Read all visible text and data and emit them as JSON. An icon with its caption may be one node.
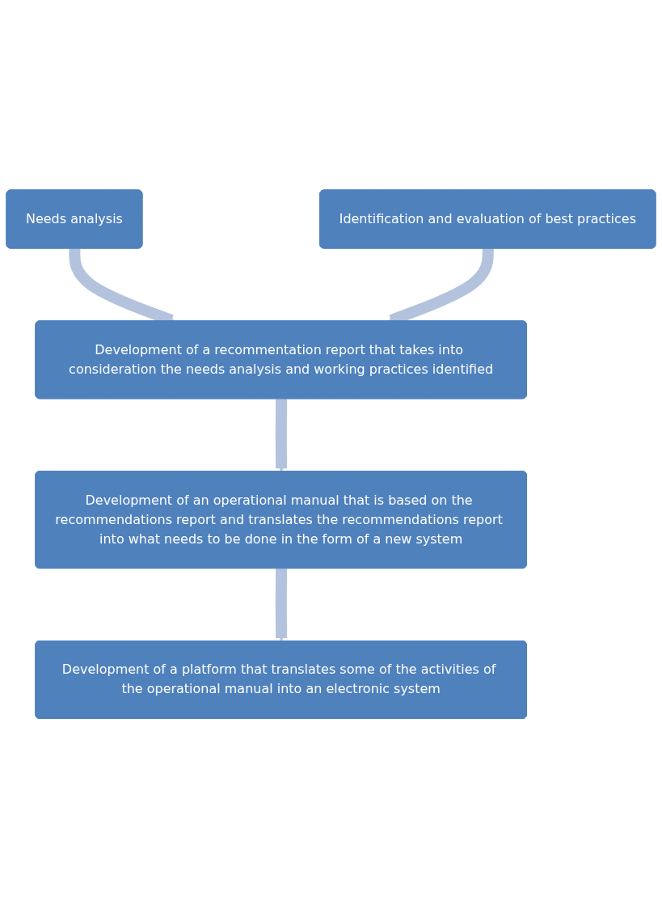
{
  "diagram": {
    "nodes": [
      {
        "text": [
          "Needs analysis"
        ]
      },
      {
        "text": [
          "Identification and evaluation of best practices"
        ]
      },
      {
        "text": [
          "Development of a recommentation report that takes into consideration the needs analysis and working practices identified"
        ]
      },
      {
        "text": [
          "Development of an operational manual that is based on the recommendations report and translates the recommendations report into what needs to be done in the form of a new system"
        ]
      },
      {
        "text": [
          "Development of a platform that translates some of the activities of the operational manual into an electronic system"
        ]
      }
    ],
    "edges": [
      {
        "from": 0,
        "to": 2,
        "arrow": "to"
      },
      {
        "from": 1,
        "to": 2,
        "arrow": "to"
      },
      {
        "from": 2,
        "to": 3,
        "arrow": "to"
      },
      {
        "from": 3,
        "to": 4,
        "arrow": "to"
      }
    ]
  }
}
